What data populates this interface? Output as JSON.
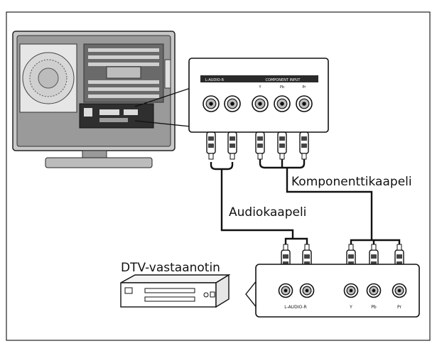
{
  "labels": {
    "component_cable": "Komponenttikaapeli",
    "audio_cable": "Audiokaapeli",
    "dtv_receiver": "DTV-vastaanotin",
    "receiver_audio_jacks": "L-AUDIO-R",
    "receiver_y": "Y",
    "receiver_pb": "Pb",
    "receiver_pr": "Pr",
    "tv_panel_audio_header": "L-AUDIO-R",
    "tv_panel_component_header": "COMPONENT INPUT",
    "tv_panel_y": "Y",
    "tv_panel_pb": "Pb",
    "tv_panel_pr": "Pr"
  },
  "colors": {
    "line": "#111111",
    "tv_body": "#bdbdbd",
    "tv_dark": "#4a4a4a",
    "panel_fill": "#ffffff"
  }
}
